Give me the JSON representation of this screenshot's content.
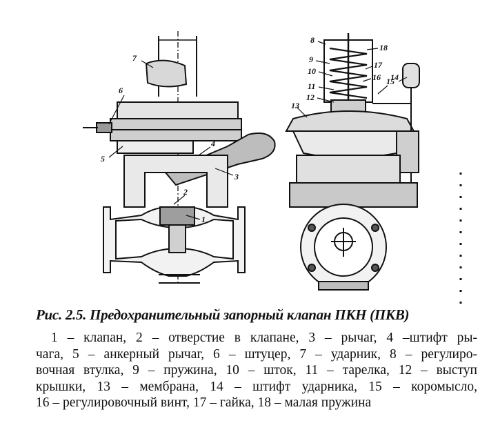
{
  "caption": "Рис. 2.5. Предохранительный запорный клапан ПКН (ПКВ)",
  "legend_lines": [
    "1 – клапан, 2 – отверстие в клапане, 3 – рычаг, 4 –штифт ры-",
    "чага, 5 – анкерный рычаг, 6 – штуцер, 7 – ударник, 8 – регулиро-",
    "вочная втулка, 9 – пружина, 10 – шток, 11 – тарелка, 12 – выступ",
    "крышки, 13 – мембрана, 14 – штифт ударника, 15 – коромысло,",
    "16 – регулировочный винт, 17 – гайка, 18 – малая пружина"
  ],
  "callouts": {
    "c1": "1",
    "c2": "2",
    "c3": "3",
    "c4": "4",
    "c5": "5",
    "c6": "6",
    "c7": "7",
    "c8": "8",
    "c9": "9",
    "c10": "10",
    "c11": "11",
    "c12": "12",
    "c13": "13",
    "c14": "14",
    "c15": "15",
    "c16": "16",
    "c17": "17",
    "c18": "18"
  }
}
